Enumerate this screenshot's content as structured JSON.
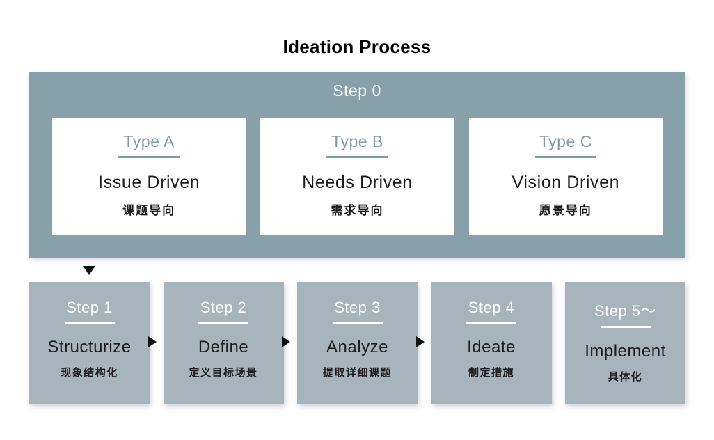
{
  "title": "Ideation Process",
  "step0": {
    "label": "Step 0",
    "types": [
      {
        "label": "Type A",
        "name": "Issue Driven",
        "name_zh": "课题导向"
      },
      {
        "label": "Type B",
        "name": "Needs Driven",
        "name_zh": "需求导向"
      },
      {
        "label": "Type C",
        "name": "Vision Driven",
        "name_zh": "愿景导向"
      }
    ]
  },
  "steps": [
    {
      "label": "Step 1",
      "name": "Structurize",
      "name_zh": "现象结构化"
    },
    {
      "label": "Step 2",
      "name": "Define",
      "name_zh": "定义目标场景"
    },
    {
      "label": "Step 3",
      "name": "Analyze",
      "name_zh": "提取详细课题"
    },
    {
      "label": "Step 4",
      "name": "Ideate",
      "name_zh": "制定措施"
    },
    {
      "label": "Step 5〜",
      "name": "Implement",
      "name_zh": "具体化"
    }
  ],
  "colors": {
    "step0_bg": "#87A0AA",
    "step_bg": "#A8B4BB",
    "type_accent": "#7F9AA5",
    "text_dark": "#1C1C1C",
    "label_white": "#FFFFFF",
    "arrow_black": "#111111"
  }
}
